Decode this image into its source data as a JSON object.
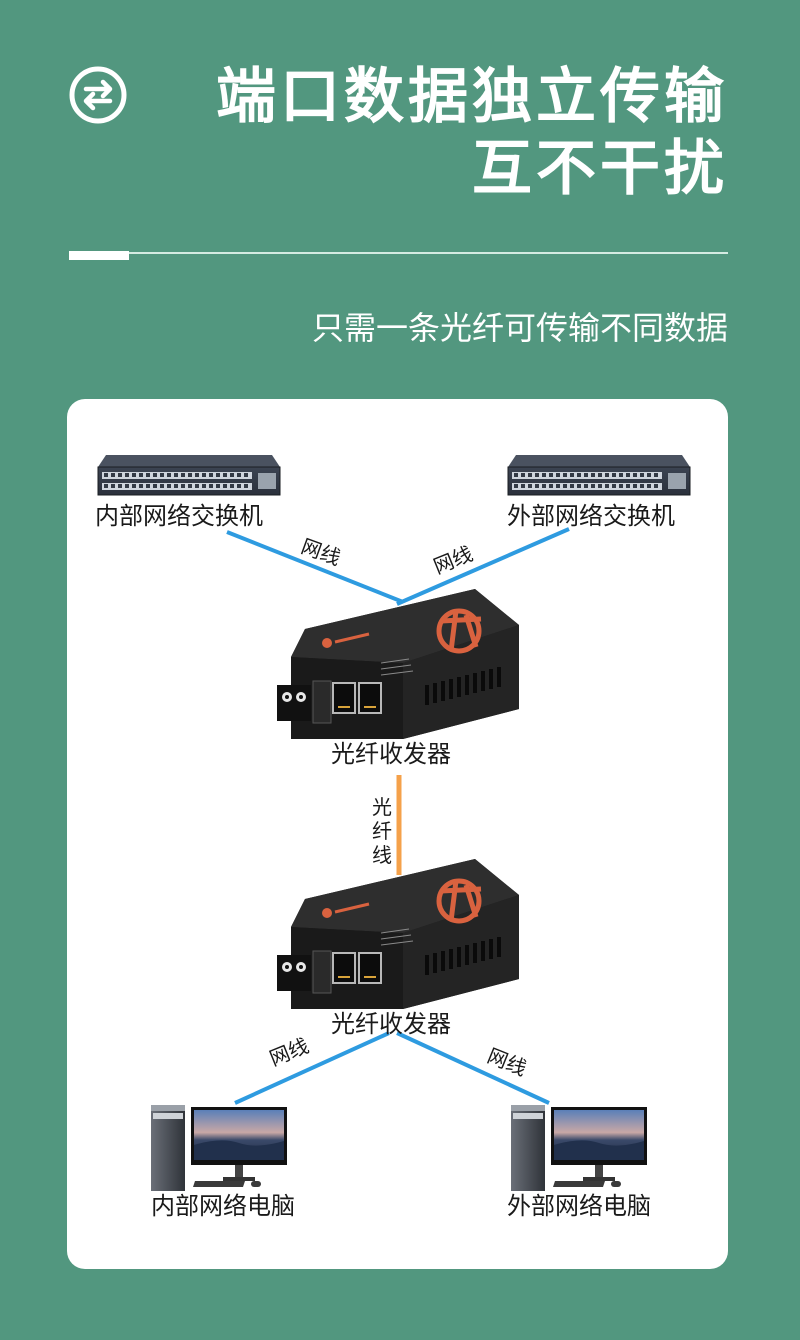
{
  "header": {
    "title_line1": "端口数据独立传输",
    "title_line2": "互不干扰",
    "subtitle": "只需一条光纤可传输不同数据",
    "icon": "swap-arrows-icon"
  },
  "diagram": {
    "internal_switch_label": "内部网络交换机",
    "external_switch_label": "外部网络交换机",
    "transceiver_label": "光纤收发器",
    "network_cable_label": "网线",
    "fiber_cable_label": [
      "光",
      "纤",
      "线"
    ],
    "internal_pc_label": "内部网络电脑",
    "external_pc_label": "外部网络电脑"
  },
  "colors": {
    "background": "#52977f",
    "card": "#ffffff",
    "network_cable": "#2e9be0",
    "fiber_cable": "#f5a14a",
    "device_body": "#2a2a2a",
    "device_logo": "#d9623f"
  }
}
